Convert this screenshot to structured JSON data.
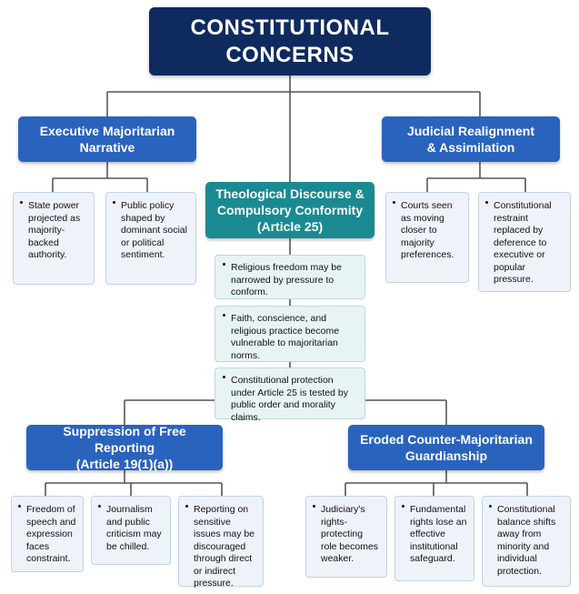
{
  "root": {
    "title_line1": "CONSTITUTIONAL",
    "title_line2": "CONCERNS"
  },
  "executive": {
    "title_line1": "Executive Majoritarian",
    "title_line2": "Narrative",
    "points": [
      "State power projected as majority-backed authority.",
      "Public policy shaped by dominant social or political sentiment."
    ]
  },
  "theological": {
    "title_line1": "Theological Discourse &",
    "title_line2": "Compulsory Conformity",
    "title_line3": "(Article 25)",
    "points": [
      "Religious freedom may be narrowed by pressure to conform.",
      "Faith, conscience, and religious practice become vulnerable to majoritarian norms.",
      "Constitutional protection under Article 25 is tested by public order and morality claims."
    ]
  },
  "judicial": {
    "title_line1": "Judicial Realignment",
    "title_line2": "& Assimilation",
    "points": [
      "Courts seen as moving closer to majority preferences.",
      "Constitutional restraint replaced by deference to executive or popular pressure."
    ]
  },
  "suppression": {
    "title_line1": "Suppression of Free Reporting",
    "title_line2": "(Article 19(1)(a))",
    "points": [
      "Freedom of speech and expression faces constraint.",
      "Journalism and public criticism may be chilled.",
      "Reporting on sensitive issues may be discouraged through direct or indirect pressure."
    ]
  },
  "eroded": {
    "title_line1": "Eroded Counter-Majoritarian",
    "title_line2": "Guardianship",
    "points": [
      "Judiciary's rights-protecting role becomes weaker.",
      "Fundamental rights lose an effective institutional safeguard.",
      "Constitutional balance shifts away from minority and individual protection."
    ]
  },
  "colors": {
    "root": "#0e2a5e",
    "header_blue": "#2a63bd",
    "header_teal": "#1a8a92",
    "connector": "#555555"
  }
}
